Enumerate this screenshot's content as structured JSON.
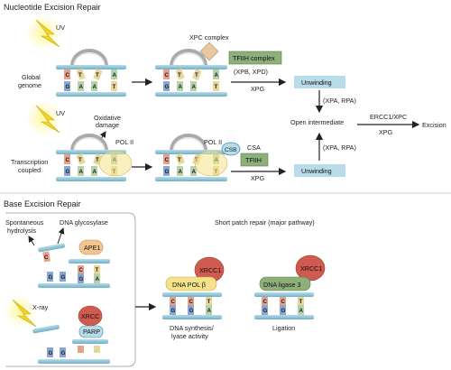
{
  "ner": {
    "title": "Nucleotide Excision Repair",
    "uv1": "UV",
    "uv2": "UV",
    "global_genome": [
      "Global",
      "genome"
    ],
    "transcription_coupled": [
      "Transcription",
      "coupled"
    ],
    "oxidative_damage": [
      "Oxidative",
      "damage"
    ],
    "pol2_left": "POL II",
    "pol2_right": "POL II",
    "xpc_complex": "XPC complex",
    "tfiih_complex": "TFIIH complex",
    "xpb_xpd": "(XPB, XPD)",
    "xpg_top": "XPG",
    "xpg_bottom": "XPG",
    "csb": "CSB",
    "csa": "CSA",
    "tfiih": "TFIIH",
    "unwinding_top": "Unwinding",
    "unwinding_bottom": "Unwinding",
    "xpa_rpa_top": "(XPA, RPA)",
    "xpa_rpa_bottom": "(XPA, RPA)",
    "open_intermediate": "Open intermediate",
    "ercc1_xpc": "ERCC1/XPC",
    "xpg_right": "XPG",
    "excision": "Excision"
  },
  "ber": {
    "title": "Base Excision Repair",
    "spontaneous": [
      "Spontaneous",
      "hydrolysis"
    ],
    "dna_glycosylase": "DNA glycosylase",
    "ape1": "APE1",
    "xray": "X-ray",
    "xrcc_left": "XRCC",
    "parp": "PARP",
    "short_patch": "Short patch repair (major pathway)",
    "xrcc1_a": "XRCC1",
    "xrcc1_b": "XRCC1",
    "dna_pol_beta": "DNA POL β",
    "dna_ligase": "DNA ligase 3",
    "synthesis": [
      "DNA synthesis/",
      "lyase activity"
    ],
    "ligation": "Ligation"
  },
  "colors": {
    "strand": "#8fc4d6",
    "strand_dark": "#3f8fa8",
    "green_box": "#8db07a",
    "blue_box": "#b9dcea",
    "red_oval": "#cf5a4e",
    "yellow_oval": "#f4e38a",
    "lightning": "#f2d520",
    "base_c": "#e7a189",
    "base_g": "#8aa6d4",
    "base_a": "#b4d3a8",
    "base_t": "#e9d79a"
  }
}
